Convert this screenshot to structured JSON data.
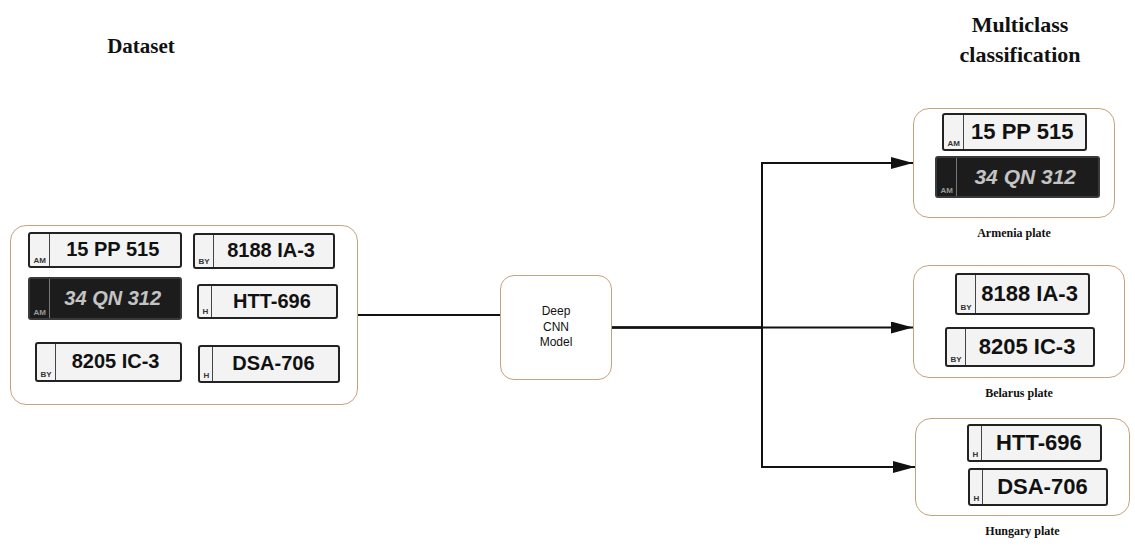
{
  "diagram": {
    "nodes": [
      {
        "text": [
          "Dataset"
        ]
      },
      {
        "text": [
          "AM",
          "15 PP 515"
        ],
        "in": 0
      },
      {
        "text": [
          "BY",
          "8188 IA-3"
        ],
        "in": 0
      },
      {
        "text": [
          "AM",
          "34 QN 312"
        ],
        "in": 0
      },
      {
        "text": [
          "H",
          "HTT-696"
        ],
        "in": 0
      },
      {
        "text": [
          "BY",
          "8205 IC-3"
        ],
        "in": 0
      },
      {
        "text": [
          "H",
          "DSA-706"
        ],
        "in": 0
      },
      {
        "text": [
          "Deep CNN Model"
        ]
      },
      {
        "text": [
          "Armenia plate"
        ]
      },
      {
        "text": [
          "AM",
          "15 PP 515"
        ],
        "in": 8
      },
      {
        "text": [
          "AM",
          "34 QN 312"
        ],
        "in": 8
      },
      {
        "text": [
          "Belarus plate"
        ]
      },
      {
        "text": [
          "BY",
          "8188 IA-3"
        ],
        "in": 11
      },
      {
        "text": [
          "BY",
          "8205 IC-3"
        ],
        "in": 11
      },
      {
        "text": [
          "Hungary plate"
        ]
      },
      {
        "text": [
          "H",
          "HTT-696"
        ],
        "in": 14
      },
      {
        "text": [
          "H",
          "DSA-706"
        ],
        "in": 14
      }
    ],
    "edges": [
      {
        "from": 0,
        "to": 7,
        "arrow": "none"
      },
      {
        "from": 7,
        "to": 8,
        "arrow": "to"
      },
      {
        "from": 7,
        "to": 11,
        "arrow": "to"
      },
      {
        "from": 7,
        "to": 14,
        "arrow": "to"
      }
    ],
    "labels": [
      "Multiclass classification"
    ]
  }
}
